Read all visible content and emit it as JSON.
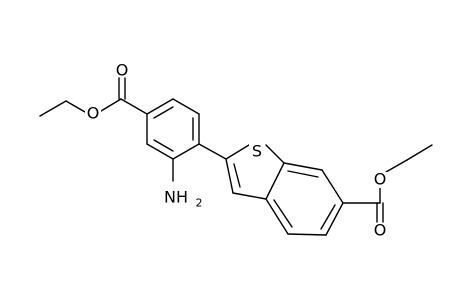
{
  "molecule": {
    "atom_labels": {
      "oxygen": "O",
      "sulfur": "S",
      "nitrogen_hydrogen": "NH",
      "hydrogen_count": "2"
    },
    "colors": {
      "bond": "#000000",
      "label": "#000000",
      "background": "#ffffff"
    }
  }
}
